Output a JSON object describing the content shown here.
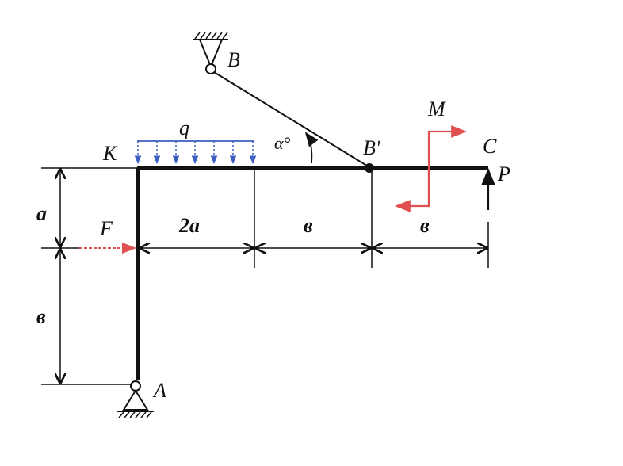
{
  "labels": {
    "B": "B",
    "B_prime": "Bʹ",
    "K": "K",
    "C": "C",
    "P": "P",
    "A": "A",
    "F": "F",
    "M": "M",
    "q": "q",
    "alpha": "α°",
    "dim_a_vertical": "a",
    "dim_b_vertical": "в",
    "dim_2a": "2a",
    "dim_b_middle": "в",
    "dim_b_right": "в"
  },
  "colors": {
    "structure": "#111111",
    "load_q": "#3b5fc0",
    "force_F": "#e05050",
    "moment_M": "#e05050",
    "force_P": "#111111"
  }
}
